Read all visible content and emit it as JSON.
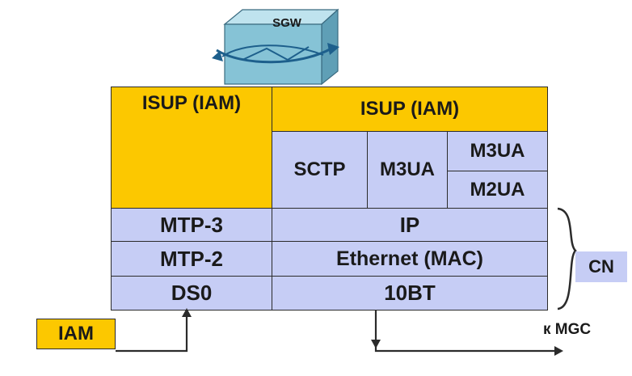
{
  "gateway": {
    "label": "SGW",
    "icon": "router-cube-icon"
  },
  "left_stack": {
    "isup": "ISUP (IAM)",
    "mtp3": "MTP-3",
    "mtp2": "MTP-2",
    "ds0": "DS0"
  },
  "right_stack": {
    "isup": "ISUP (IAM)",
    "sctp": "SCTP",
    "m3ua_left": "M3UA",
    "m3ua_top": "M3UA",
    "m2ua": "M2UA",
    "ip": "IP",
    "ethernet": "Ethernet (MAC)",
    "tenbt": "10BT"
  },
  "cn_label": "CN",
  "iam_label": "IAM",
  "mgc_label": "к MGC",
  "colors": {
    "gold": "#fcc800",
    "lavender": "#c6cdf5",
    "line": "#2b2b2b"
  }
}
